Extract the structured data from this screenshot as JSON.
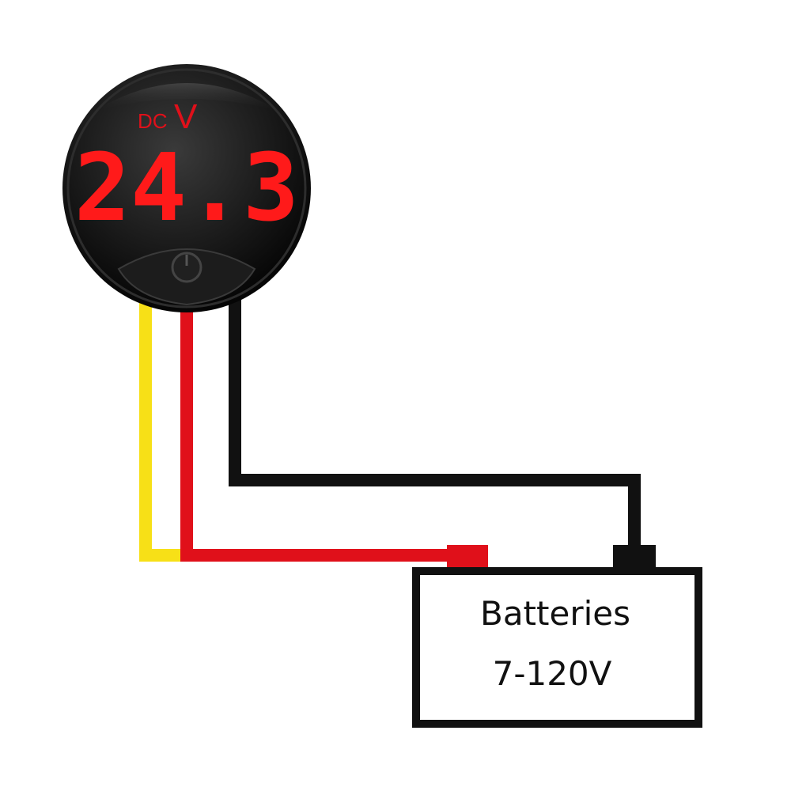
{
  "meter": {
    "mode_label": "DC",
    "unit_label": "V",
    "reading": "24.3",
    "display_color": "#ff1a1a",
    "body_color": "#141414"
  },
  "wires": {
    "colors": [
      "#f7e017",
      "#e0101a",
      "#111111"
    ],
    "names": [
      "yellow-wire",
      "red-wire",
      "black-wire"
    ]
  },
  "battery": {
    "label": "Batteries",
    "voltage_range": "7-120V",
    "positive_terminal_color": "#e0101a",
    "negative_terminal_color": "#111111"
  }
}
